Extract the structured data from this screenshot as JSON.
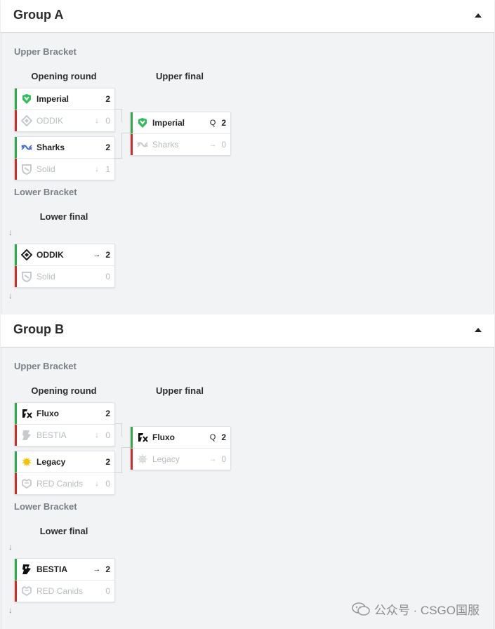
{
  "groups": [
    {
      "title": "Group A",
      "upper_bracket_label": "Upper Bracket",
      "lower_bracket_label": "Lower Bracket",
      "opening_round_label": "Opening round",
      "upper_final_label": "Upper final",
      "lower_final_label": "Lower final",
      "arrow_symbol": "↓",
      "matches": {
        "opening1": {
          "top": {
            "name": "Imperial",
            "mark": "",
            "score": "2",
            "logo": "imperial-logo"
          },
          "bottom": {
            "name": "ODDIK",
            "mark": "↓",
            "score": "0",
            "logo": "oddik-logo"
          }
        },
        "opening2": {
          "top": {
            "name": "Sharks",
            "mark": "",
            "score": "2",
            "logo": "sharks-logo"
          },
          "bottom": {
            "name": "Solid",
            "mark": "↓",
            "score": "1",
            "logo": "solid-logo"
          }
        },
        "upper_final": {
          "top": {
            "name": "Imperial",
            "mark": "Q",
            "score": "2",
            "logo": "imperial-logo"
          },
          "bottom": {
            "name": "Sharks",
            "mark": "→",
            "score": "0",
            "logo": "sharks-logo"
          }
        },
        "lower_final": {
          "top": {
            "name": "ODDIK",
            "mark": "→",
            "score": "2",
            "logo": "oddik-logo"
          },
          "bottom": {
            "name": "Solid",
            "mark": "",
            "score": "0",
            "logo": "solid-logo"
          }
        }
      }
    },
    {
      "title": "Group B",
      "upper_bracket_label": "Upper Bracket",
      "lower_bracket_label": "Lower Bracket",
      "opening_round_label": "Opening round",
      "upper_final_label": "Upper final",
      "lower_final_label": "Lower final",
      "arrow_symbol": "↓",
      "matches": {
        "opening1": {
          "top": {
            "name": "Fluxo",
            "mark": "",
            "score": "2",
            "logo": "fluxo-logo"
          },
          "bottom": {
            "name": "BESTIA",
            "mark": "↓",
            "score": "0",
            "logo": "bestia-logo"
          }
        },
        "opening2": {
          "top": {
            "name": "Legacy",
            "mark": "",
            "score": "2",
            "logo": "legacy-logo"
          },
          "bottom": {
            "name": "RED Canids",
            "mark": "↓",
            "score": "0",
            "logo": "red-canids-logo"
          }
        },
        "upper_final": {
          "top": {
            "name": "Fluxo",
            "mark": "Q",
            "score": "2",
            "logo": "fluxo-logo"
          },
          "bottom": {
            "name": "Legacy",
            "mark": "→",
            "score": "0",
            "logo": "legacy-logo"
          }
        },
        "lower_final": {
          "top": {
            "name": "BESTIA",
            "mark": "→",
            "score": "2",
            "logo": "bestia-logo"
          },
          "bottom": {
            "name": "RED Canids",
            "mark": "",
            "score": "0",
            "logo": "red-canids-logo"
          }
        }
      }
    }
  ],
  "colors": {
    "win": "#2fa84f",
    "lose": "#c9302c"
  },
  "watermark": "公众号 · CSGO国服"
}
